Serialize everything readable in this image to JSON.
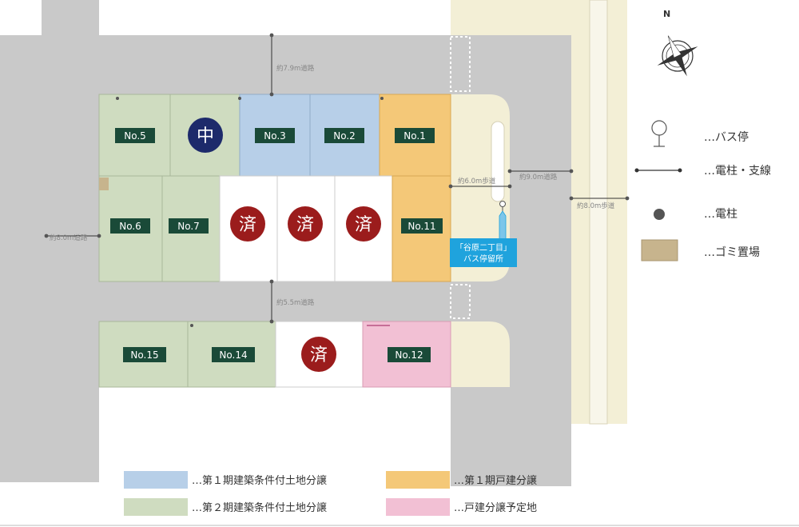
{
  "roads": {
    "top": "約7.9m道路",
    "left": "約8.0m道路",
    "middle": "約5.5m道路",
    "walkway_left": "約6.0m歩道",
    "main": "約9.0m道路",
    "walkway_right": "約8.0m歩道"
  },
  "bus_stop_sign": {
    "line1": "「谷原二丁目」",
    "line2": "バス停留所"
  },
  "lots": [
    {
      "id": "no5",
      "label": "No.5",
      "status": "phase2"
    },
    {
      "id": "naka",
      "label": "中",
      "status": "in-negotiation"
    },
    {
      "id": "no3",
      "label": "No.3",
      "status": "phase1-land"
    },
    {
      "id": "no2",
      "label": "No.2",
      "status": "phase1-land"
    },
    {
      "id": "no1",
      "label": "No.1",
      "status": "phase1-house"
    },
    {
      "id": "no6",
      "label": "No.6",
      "status": "phase2"
    },
    {
      "id": "no7",
      "label": "No.7",
      "status": "phase2"
    },
    {
      "id": "sumi1",
      "label": "済",
      "status": "sold"
    },
    {
      "id": "sumi2",
      "label": "済",
      "status": "sold"
    },
    {
      "id": "sumi3",
      "label": "済",
      "status": "sold"
    },
    {
      "id": "no11",
      "label": "No.11",
      "status": "phase1-house"
    },
    {
      "id": "no15",
      "label": "No.15",
      "status": "phase2"
    },
    {
      "id": "no14",
      "label": "No.14",
      "status": "phase2"
    },
    {
      "id": "sumi4",
      "label": "済",
      "status": "sold"
    },
    {
      "id": "no12",
      "label": "No.12",
      "status": "planned"
    }
  ],
  "symbol_legend": {
    "bus_stop": "…バス停",
    "pole_wire": "…電柱・支線",
    "pole": "…電柱",
    "garbage": "…ゴミ置場"
  },
  "color_legend": {
    "phase1_land": "…第１期建築条件付土地分譲",
    "phase1_house": "…第１期戸建分譲",
    "phase2_land": "…第２期建築条件付土地分譲",
    "planned_house": "…戸建分譲予定地"
  },
  "compass": {
    "north": "N"
  },
  "colors": {
    "road": "#c9c9c9",
    "walkway": "#f3efd6",
    "phase1_land": "#b7cfe8",
    "phase1_house": "#f4c878",
    "phase2": "#cfdcc0",
    "planned": "#f2c0d4",
    "sold": "#ffffff",
    "label_box": "#1a4a38",
    "sold_seal": "#9b1c1c",
    "naka_seal": "#1d2a6b",
    "bus_sign": "#1fa3dd",
    "garbage": "#c7b48d"
  }
}
